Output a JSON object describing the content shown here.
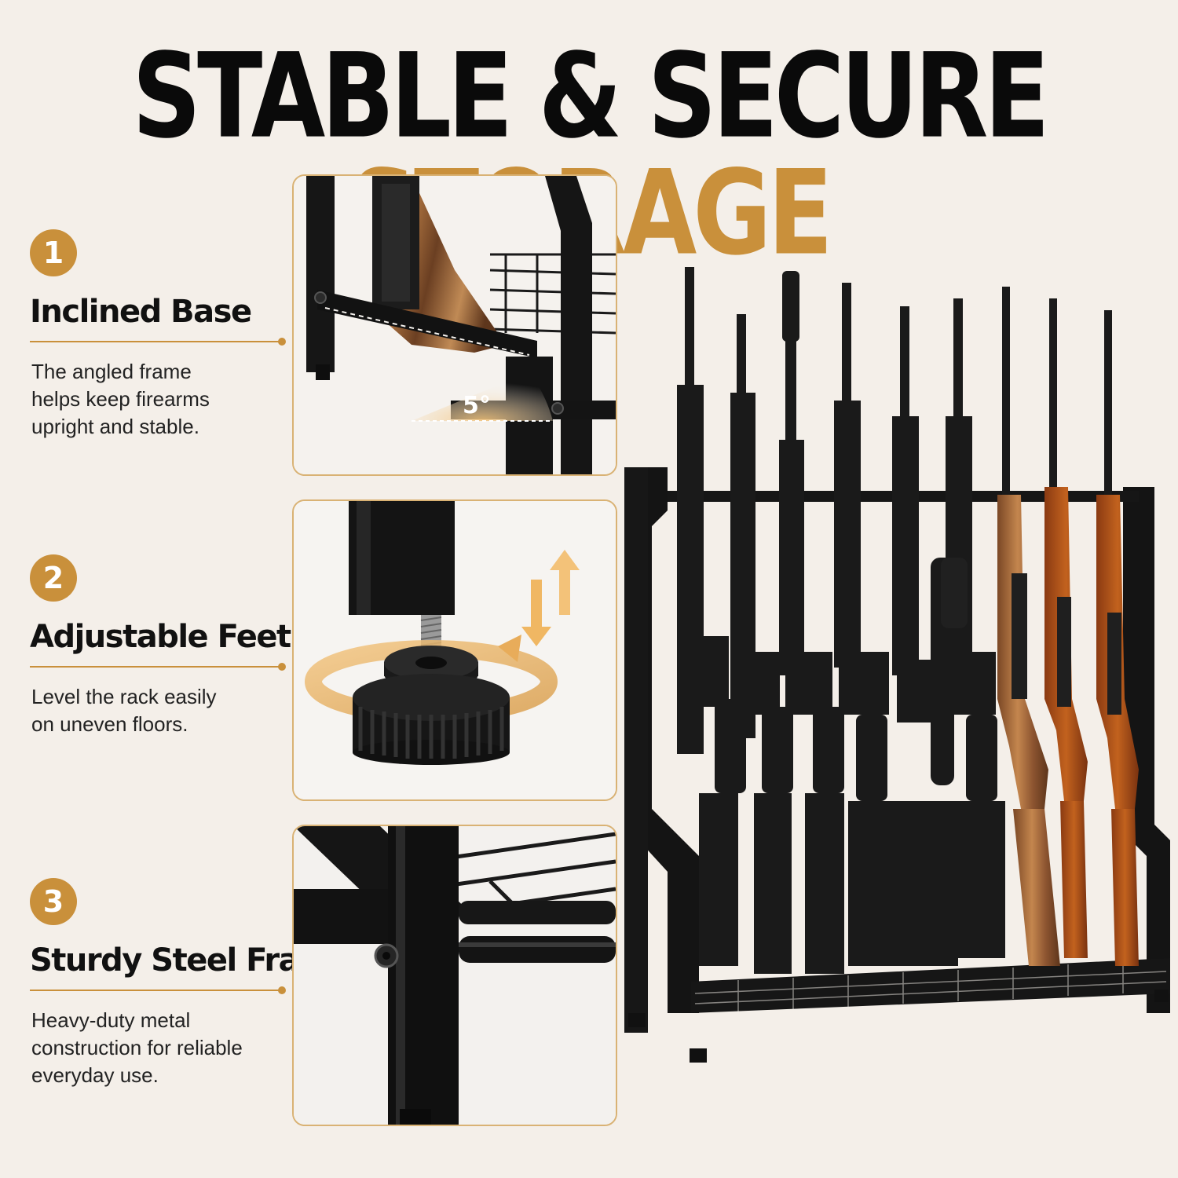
{
  "headline": {
    "part1": "STABLE & SECURE",
    "part2": "STORAGE"
  },
  "colors": {
    "accent": "#c9903b",
    "dark": "#0a0a0a",
    "background": "#f4efe9"
  },
  "features": [
    {
      "number": "1",
      "title": "Inclined Base",
      "description": "The angled frame helps keep firearms upright and stable.",
      "image_label": "5°"
    },
    {
      "number": "2",
      "title": "Adjustable Feet",
      "description": "Level the rack easily on uneven floors."
    },
    {
      "number": "3",
      "title": "Sturdy Steel Frame",
      "description": "Heavy-duty metal construction for reliable everyday use."
    }
  ],
  "icons": [
    "angle-icon",
    "rotate-arrows-icon",
    "up-down-arrows-icon"
  ]
}
